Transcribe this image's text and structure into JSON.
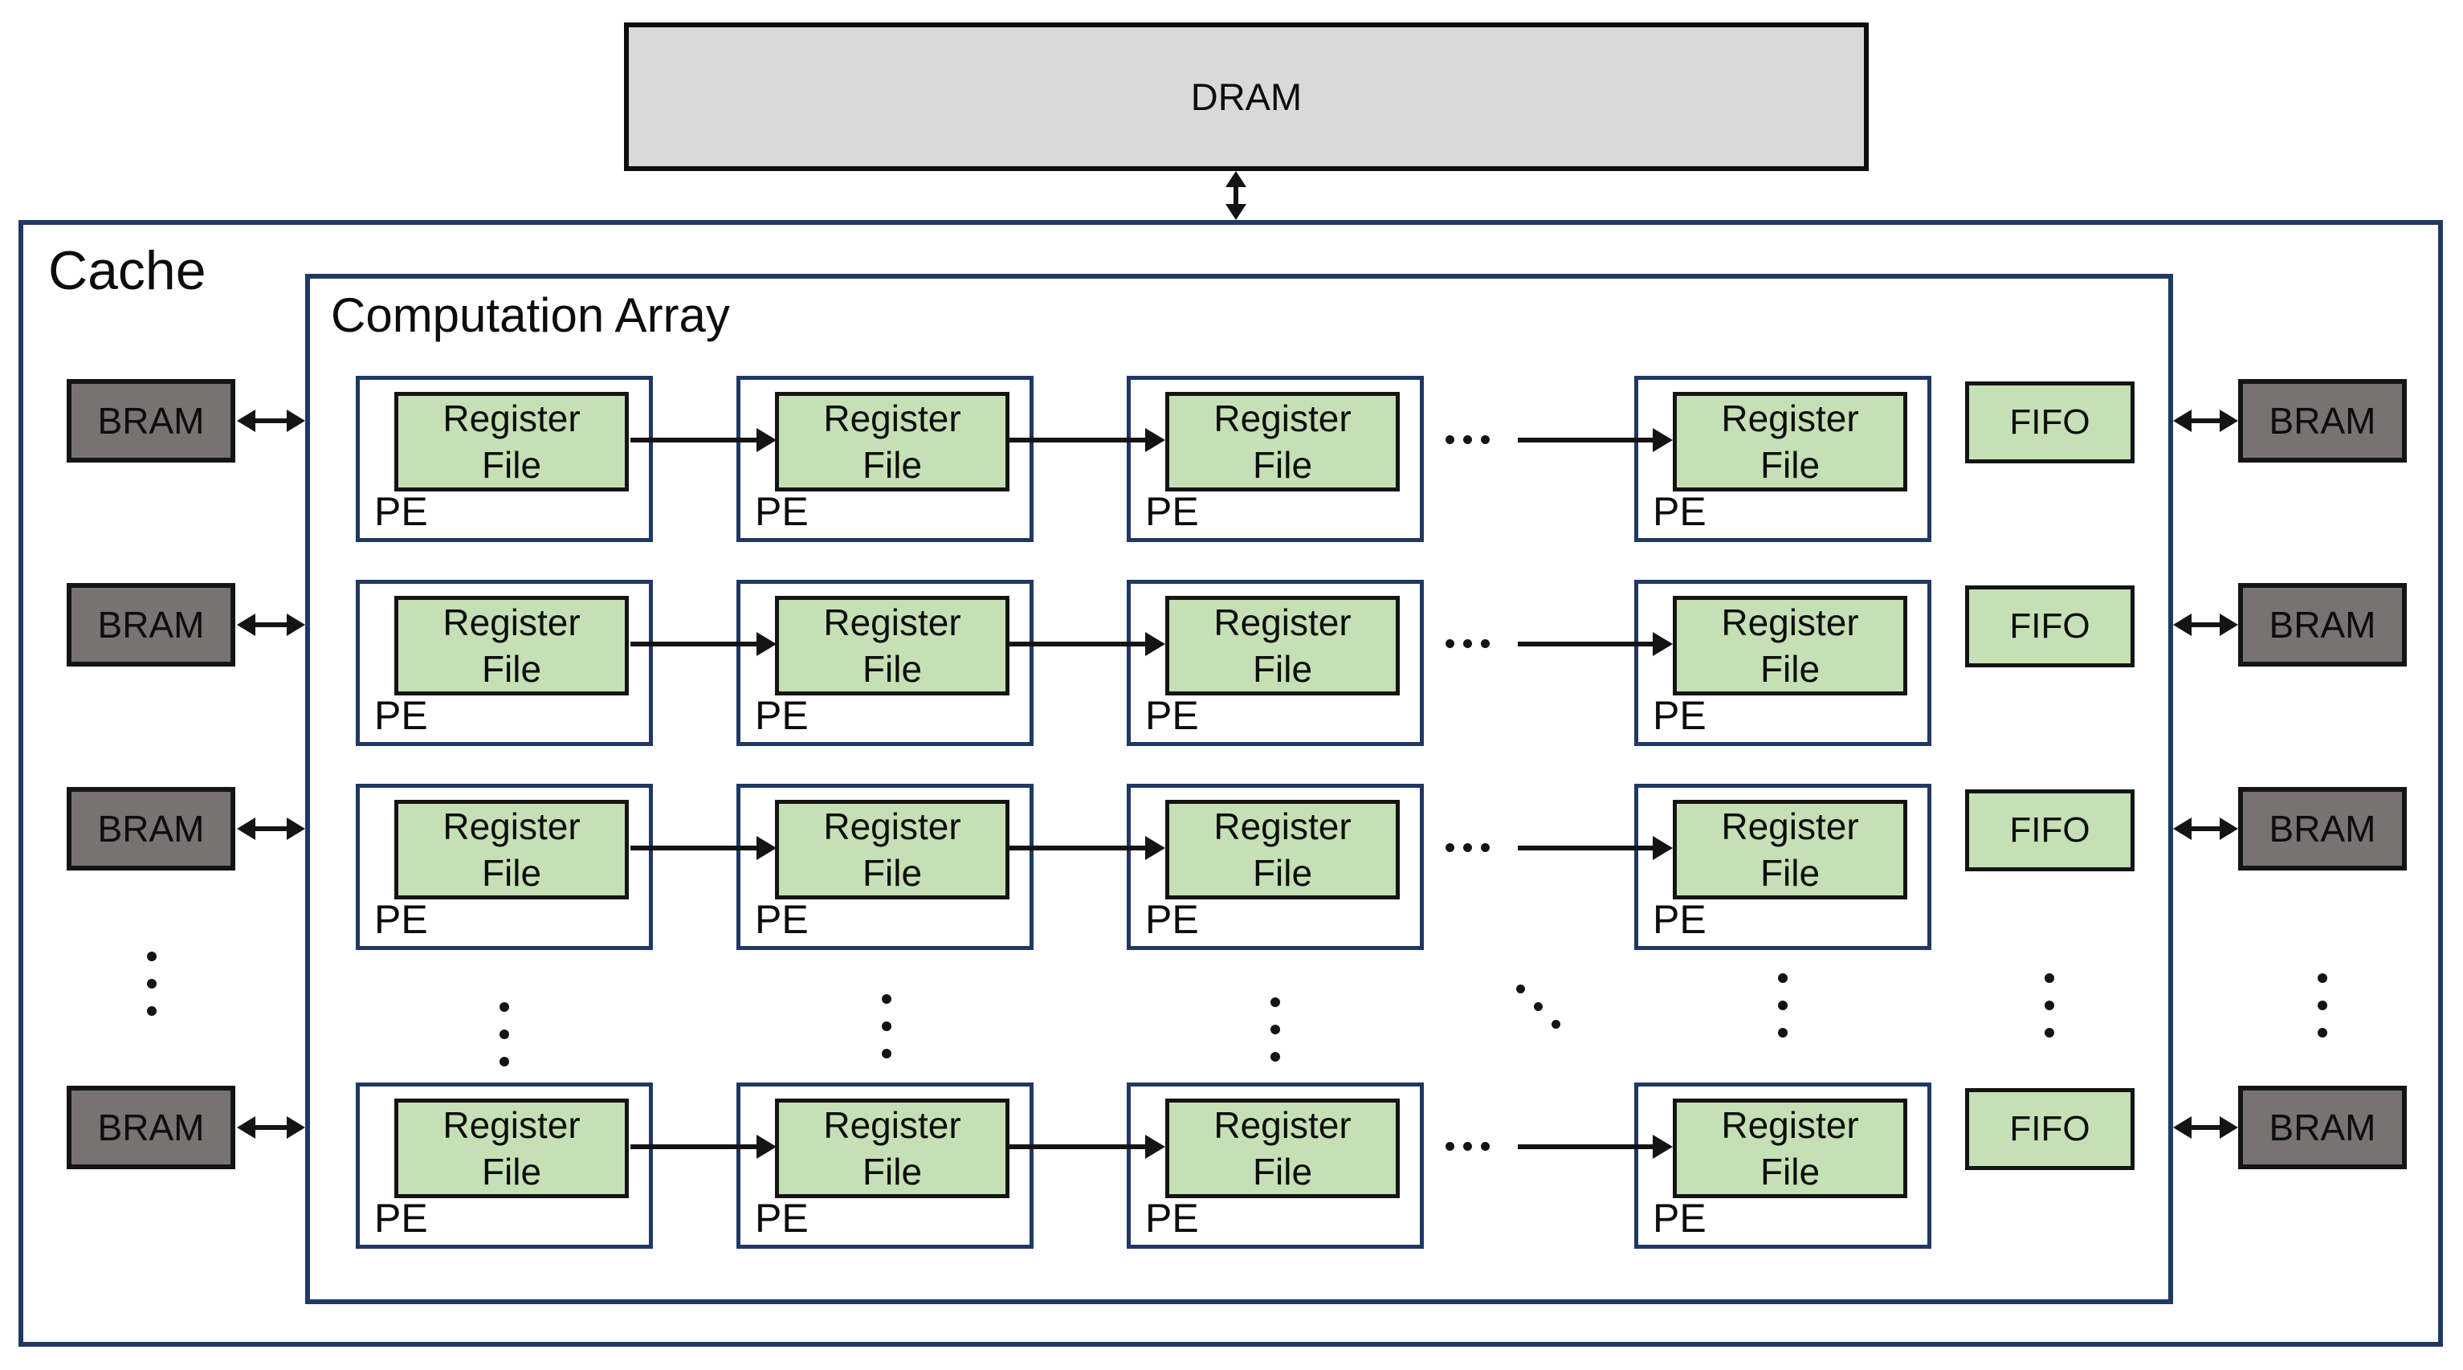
{
  "dram": {
    "label": "DRAM"
  },
  "cache": {
    "label": "Cache",
    "left_brams": [
      {
        "label": "BRAM"
      },
      {
        "label": "BRAM"
      },
      {
        "label": "BRAM"
      },
      {
        "label": "BRAM"
      }
    ],
    "right_brams": [
      {
        "label": "BRAM"
      },
      {
        "label": "BRAM"
      },
      {
        "label": "BRAM"
      },
      {
        "label": "BRAM"
      }
    ],
    "computation_array": {
      "label": "Computation Array",
      "pe_label": "PE",
      "register_file": {
        "line1": "Register",
        "line2": "File"
      },
      "fifos": [
        {
          "label": "FIFO"
        },
        {
          "label": "FIFO"
        },
        {
          "label": "FIFO"
        },
        {
          "label": "FIFO"
        }
      ]
    }
  },
  "icons": {
    "bidirectional_horizontal_arrow": "↔",
    "bidirectional_vertical_arrow": "↕",
    "dataflow_right_arrow": "→",
    "horizontal_ellipsis": "⋯",
    "vertical_ellipsis": "⋮",
    "diagonal_ellipsis": "⋱"
  },
  "colors": {
    "navy_border": "#1f3864",
    "green_fill": "#c5e0b4",
    "gray_fill": "#787272",
    "dram_fill": "#d9d9d9",
    "ink": "#141414",
    "background": "#ffffff"
  }
}
